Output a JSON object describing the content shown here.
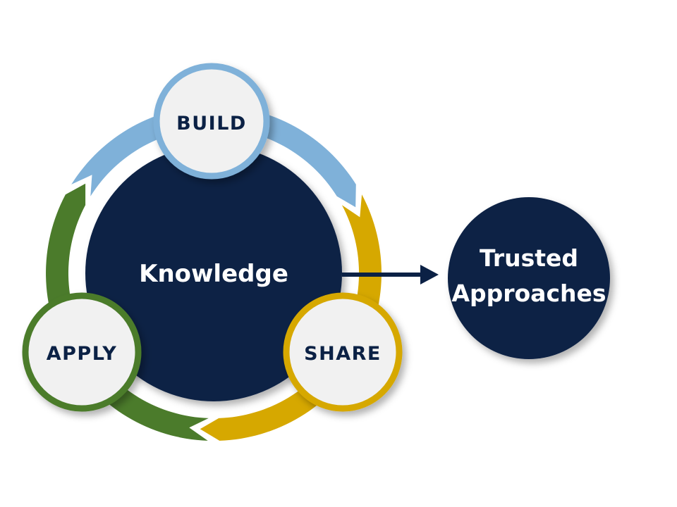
{
  "center": {
    "label": "Knowledge"
  },
  "stages": [
    {
      "label": "BUILD",
      "color": "#7fb1d9"
    },
    {
      "label": "SHARE",
      "color": "#d6a800"
    },
    {
      "label": "APPLY",
      "color": "#4b7b2b"
    }
  ],
  "outcome": {
    "line1": "Trusted",
    "line2": "Approaches"
  },
  "colors": {
    "navy": "#0b2145",
    "node_fill": "#f1f1f1"
  }
}
